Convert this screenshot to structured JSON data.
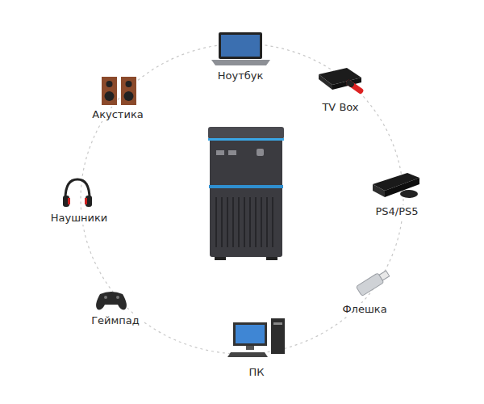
{
  "diagram": {
    "labels": [
      "Ноутбук",
      "TV Box",
      "PS4/PS5",
      "Флешка",
      "ПК",
      "Геймпад",
      "Наушники",
      "Акустика"
    ]
  }
}
